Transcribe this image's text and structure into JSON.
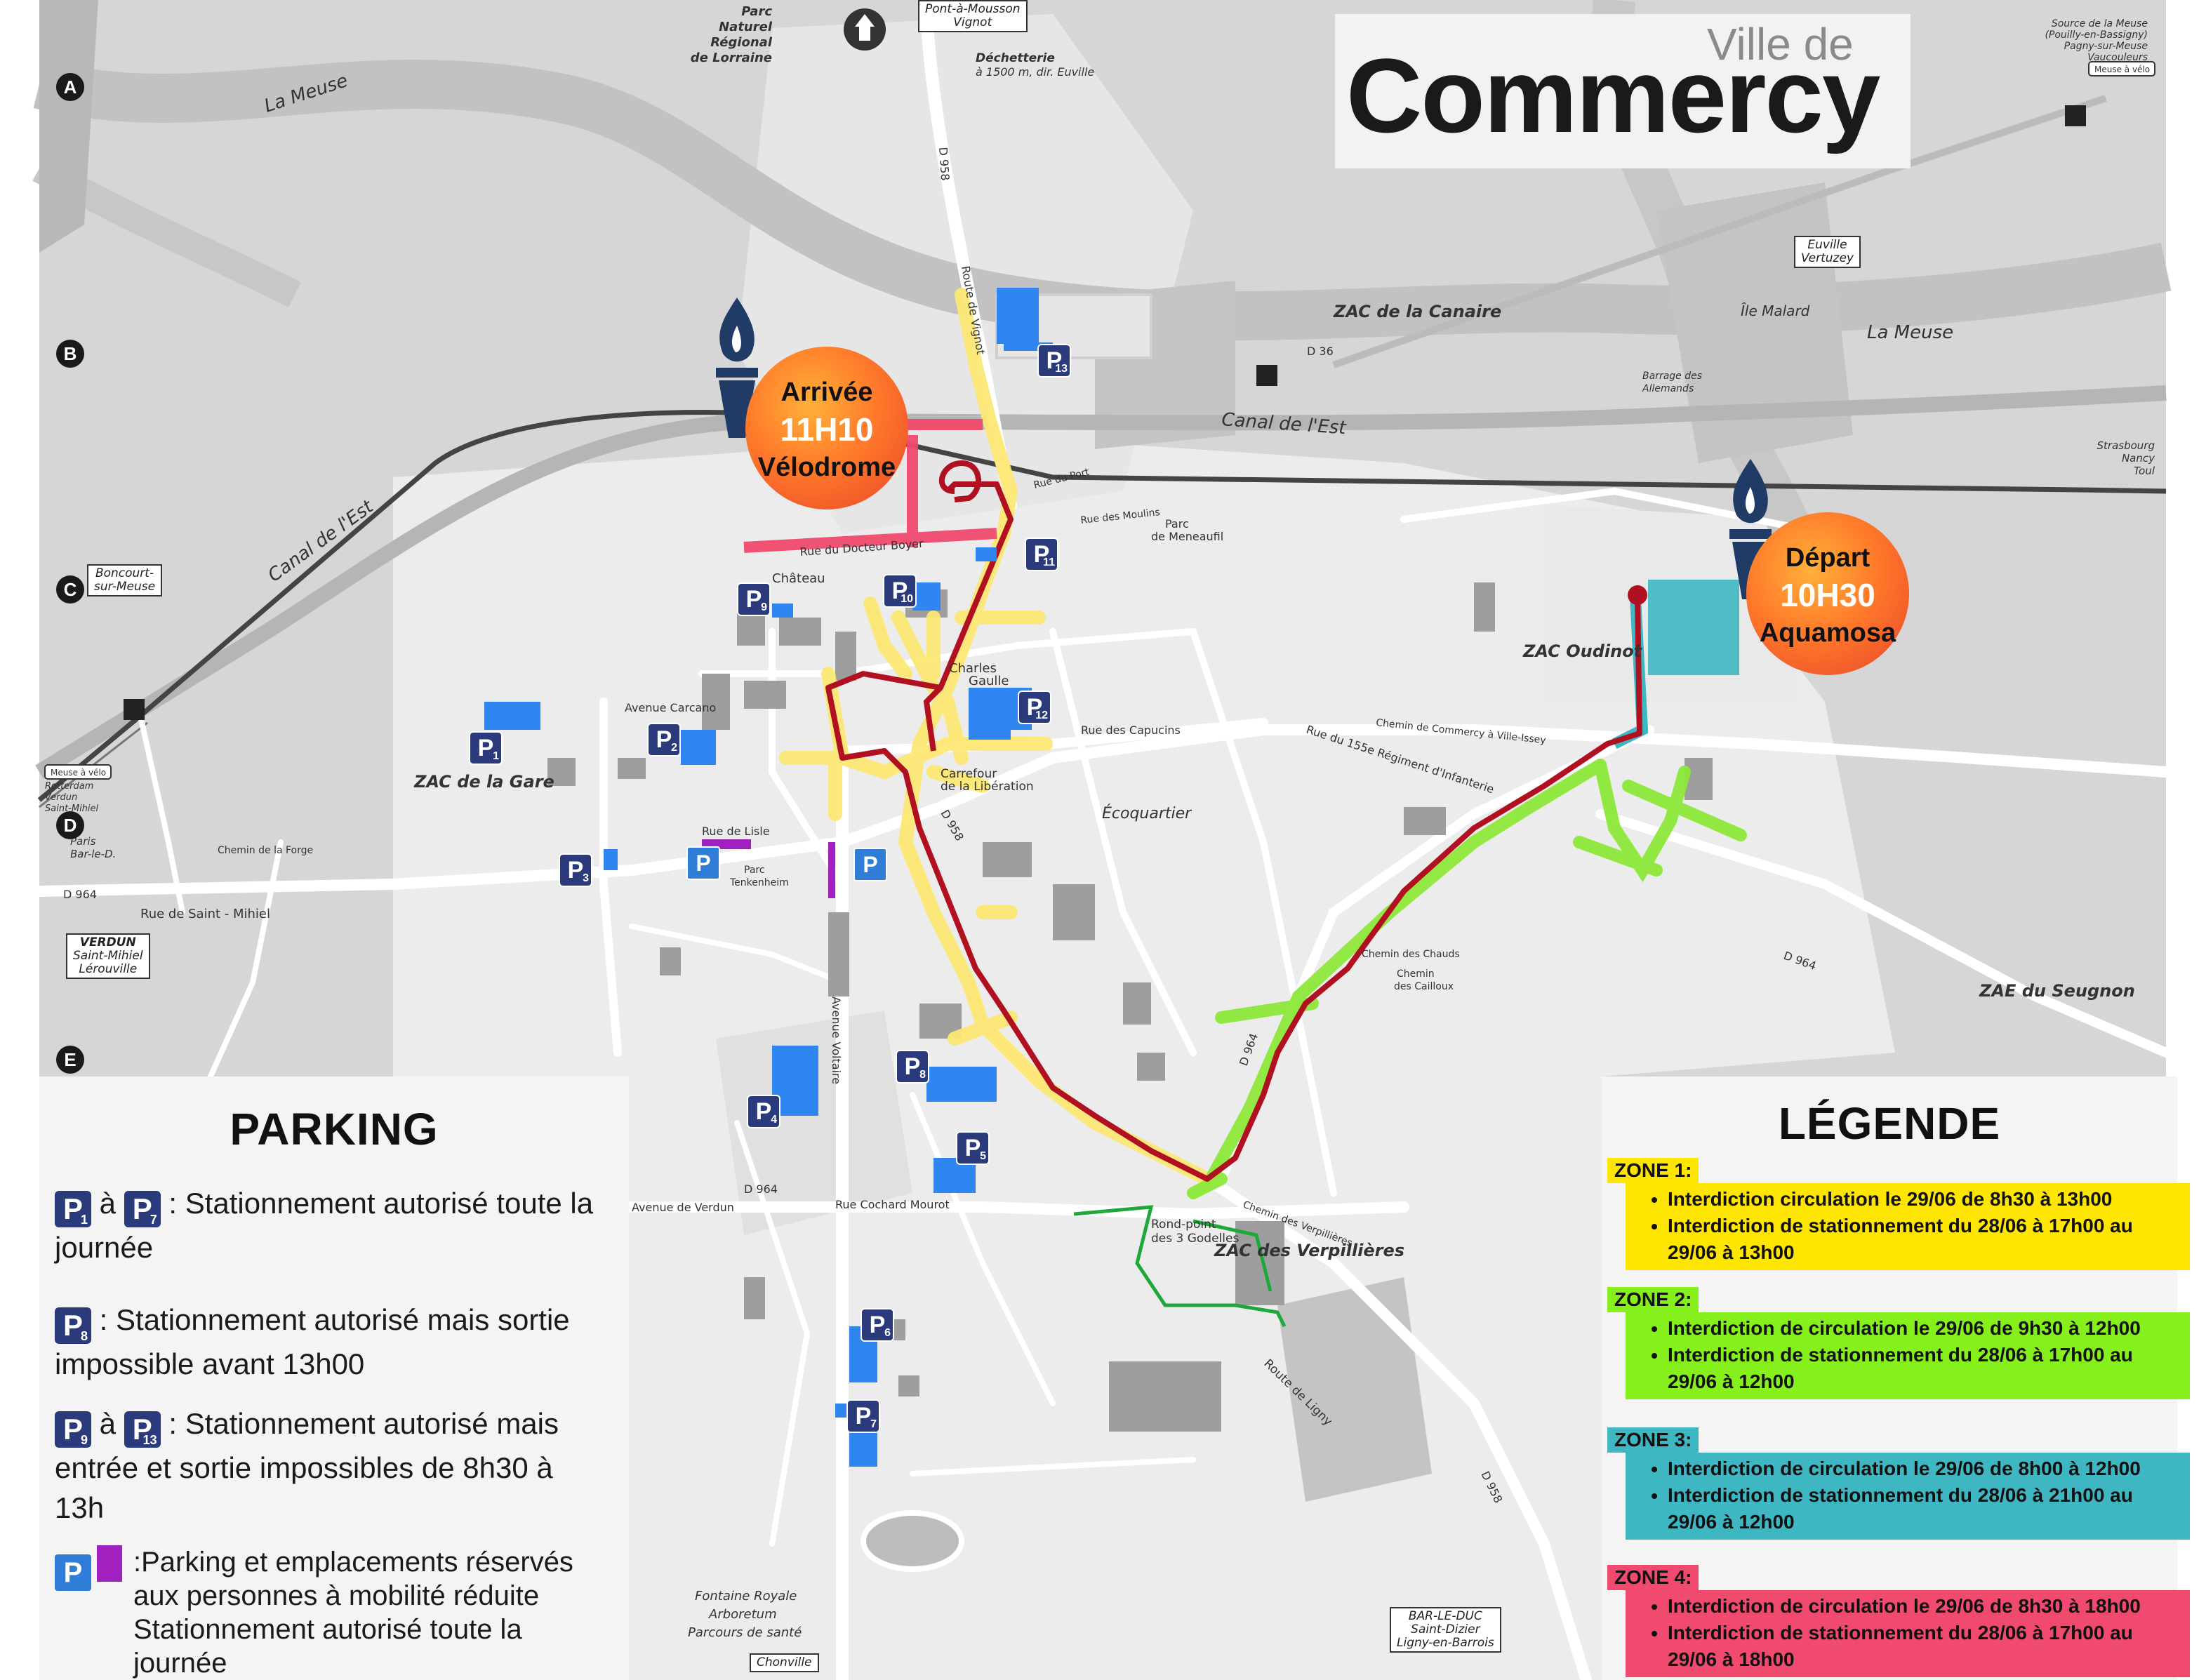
{
  "title": {
    "small": "Ville de",
    "big": "Commercy"
  },
  "grid_rows": [
    "A",
    "B",
    "C",
    "D",
    "E"
  ],
  "badges": {
    "arrivee": {
      "label": "Arrivée",
      "time": "11H10",
      "place": "Vélodrome"
    },
    "depart": {
      "label": "Départ",
      "time": "10H30",
      "place": "Aquamosa"
    }
  },
  "map_labels": {
    "parc_naturel": [
      "Parc",
      "Naturel",
      "Régional",
      "de Lorraine"
    ],
    "pont_mousson": [
      "Pont-à-Mousson",
      "Vignot"
    ],
    "decheterie": [
      "Déchetterie",
      "à 1500 m, dir. Euville"
    ],
    "la_meuse_1": "La Meuse",
    "la_meuse_2": "La Meuse",
    "canal_est_1": "Canal de l'Est",
    "canal_est_2": "Canal de l'Est",
    "zac_canaire": "ZAC de la Canaire",
    "ile_malard": "Île Malard",
    "euville": [
      "Euville",
      "Vertuzey"
    ],
    "source_meuse": [
      "Source de la Meuse",
      "(Pouilly-en-Bassigny)",
      "Pagny-sur-Meuse",
      "Vaucouleurs"
    ],
    "meuse_velo": "Meuse à vélo",
    "strasbourg": [
      "Strasbourg",
      "Nancy",
      "Toul"
    ],
    "boncourt": [
      "Boncourt-",
      "sur-Meuse"
    ],
    "rotterdam": [
      "Rotterdam",
      "Verdun",
      "Saint-Mihiel"
    ],
    "paris": [
      "Paris",
      "Bar-le-D."
    ],
    "verdun_box": [
      "VERDUN",
      "Saint-Mihiel",
      "Lérouville"
    ],
    "zac_gare": "ZAC de la Gare",
    "zac_oudinot": "ZAC Oudinot",
    "ecoquartier": "Écoquartier",
    "zae_seugnon": "ZAE du Seugnon",
    "zac_verpillieres": "ZAC des Verpillières",
    "rond_point": [
      "Rond-point",
      "des 3 Godelles"
    ],
    "carrefour": [
      "Carrefour",
      "de la Libération"
    ],
    "fontaine": [
      "Fontaine Royale",
      "Arboretum",
      "Parcours de santé"
    ],
    "chonville": "Chonville",
    "bar_le_duc": [
      "BAR-LE-DUC",
      "Saint-Dizier",
      "Ligny-en-Barrois"
    ],
    "route_ligny": "Route de Ligny",
    "rue_docteur_boyer": "Rue du Docteur Boyer",
    "parc_meneaufil": [
      "Parc",
      "de Meneaufil"
    ],
    "chateau": "Château",
    "charles_gaulle": [
      "Charles",
      "Gaulle"
    ],
    "d958_a": "D 958",
    "d958_b": "D 958",
    "d958_c": "D 958",
    "d964_a": "D 964",
    "d964_b": "D 964",
    "d964_c": "D 964",
    "d964_d": "D 964",
    "d36": "D 36",
    "rue_saint_mihiel": "Rue de Saint - Mihiel",
    "rue_capucins": "Rue des Capucins",
    "rue_155": "Rue du 155e Régiment d'Infanterie",
    "avenue_verdun": "Avenue de Verdun",
    "rue_cochard": "Rue Cochard Mourot",
    "avenue_voltaire": "Avenue Voltaire",
    "route_vignot": "Route de Vignot",
    "avenue_carcano": "Avenue Carcano",
    "rue_lisle": "Rue de Lisle",
    "chemin_commerce": "Chemin de Commercy à Ville-Issey",
    "chemin_forge": "Chemin de la Forge",
    "chemin_verpillieres": "Chemin des Verpillières",
    "chemin_cailloux": [
      "Chemin",
      "des Cailloux"
    ],
    "chemin_chauds": "Chemin des Chauds",
    "barrage": [
      "Barrage des",
      "Allemands"
    ],
    "rue_port": "Rue du Port",
    "rue_moulins": "Rue des Moulins",
    "parc_tenkenheim": [
      "Parc",
      "Tenkenheim"
    ]
  },
  "parking_pins": [
    {
      "n": "1"
    },
    {
      "n": "2"
    },
    {
      "n": "3"
    },
    {
      "n": "4"
    },
    {
      "n": "5"
    },
    {
      "n": "6"
    },
    {
      "n": "7"
    },
    {
      "n": "8"
    },
    {
      "n": "9"
    },
    {
      "n": "10"
    },
    {
      "n": "11"
    },
    {
      "n": "12"
    },
    {
      "n": "13"
    }
  ],
  "pmr_pin_label": "P",
  "parking_panel": {
    "title": "PARKING",
    "row1": {
      "a": "P",
      "a_sub": "1",
      "sep": "à",
      "b": "P",
      "b_sub": "7",
      "text": ": Stationnement autorisé toute la journée"
    },
    "row2": {
      "a": "P",
      "a_sub": "8",
      "text": ": Stationnement autorisé mais sortie impossible avant 13h00"
    },
    "row3": {
      "a": "P",
      "a_sub": "9",
      "sep": "à",
      "b": "P",
      "b_sub": "13",
      "text": ": Stationnement autorisé mais entrée et sortie impossibles de 8h30 à 13h"
    },
    "row4": {
      "a": "P",
      "text": ":Parking et emplacements réservés aux personnes à mobilité réduite Stationnement autorisé toute la journée"
    }
  },
  "legend_panel": {
    "title": "LÉGENDE",
    "zones": [
      {
        "title": "ZONE 1:",
        "color": "#ffe600",
        "items": [
          "Interdiction circulation le 29/06 de 8h30 à 13h00",
          "Interdiction de stationnement du 28/06 à 17h00 au 29/06 à 13h00"
        ]
      },
      {
        "title": "ZONE 2:",
        "color": "#86f01c",
        "items": [
          "Interdiction de circulation le 29/06 de 9h30 à 12h00",
          "Interdiction de stationnement du 28/06 à 17h00 au 29/06 à 12h00"
        ]
      },
      {
        "title": "ZONE 3:",
        "color": "#3fb7c2",
        "items": [
          "Interdiction de circulation le 29/06 de 8h00 à 12h00",
          "Interdiction de stationnement du 28/06 à 21h00 au 29/06 à 12h00"
        ]
      },
      {
        "title": "ZONE 4:",
        "color": "#f04a6e",
        "items": [
          "Interdiction de circulation le 29/06 de 8h30 à 18h00",
          "Interdiction de stationnement du 28/06 à 17h00 au 29/06 à 18h00"
        ]
      }
    ]
  },
  "colors": {
    "route": "#b01020",
    "zone1": "#fde874",
    "zone2": "#8ee83a",
    "zone3": "#3fb7c2",
    "zone4": "#f04a6e",
    "parking_area": "#2f86f0",
    "pmr": "#a020c0",
    "pin": "#2a3a7a",
    "map_bg": "#d9d9d9",
    "map_light": "#ededed"
  }
}
